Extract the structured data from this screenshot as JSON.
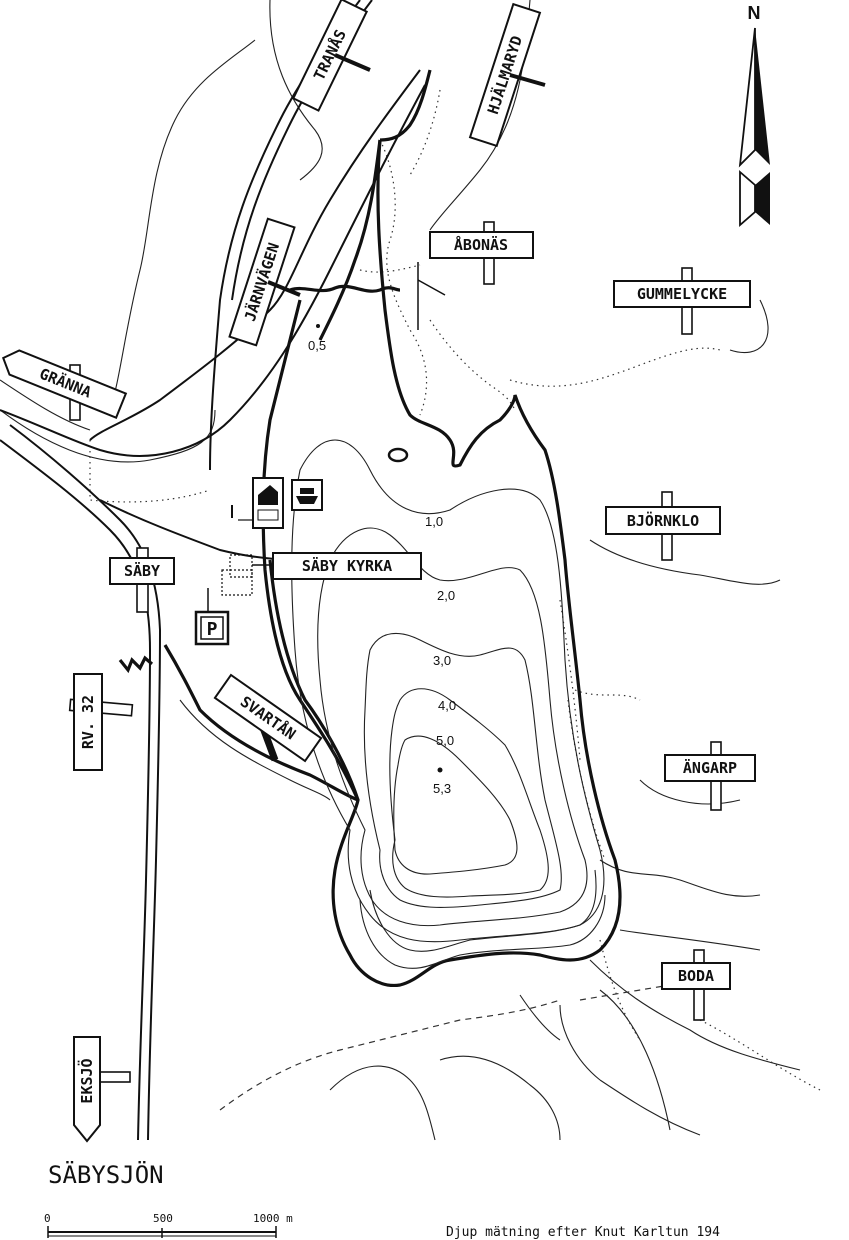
{
  "map": {
    "title": "SÄBYSJÖN",
    "north_label": "N",
    "credit": "Djup mätning efter Knut Karltun 194",
    "scale": {
      "ticks": [
        "0",
        "500",
        "1000 m"
      ]
    },
    "signs": {
      "tranas": "TRANÅS",
      "hjalmaryd": "HJÄLMARYD",
      "abonas": "ÅBONÄS",
      "gummelycke": "GUMMELYCKE",
      "jarnvagen": "JÄRNVÄGEN",
      "granna": "GRÄNNA",
      "bjornklo": "BJÖRNKLO",
      "saby": "SÄBY",
      "saby_kyrka": "SÄBY KYRKA",
      "rv32": "RV. 32",
      "svartan": "SVARTÅN",
      "angarp": "ÄNGARP",
      "boda": "BODA",
      "eksjo": "EKSJÖ",
      "parking": "P"
    },
    "depths": [
      {
        "id": "d05",
        "label": "0,5"
      },
      {
        "id": "d10",
        "label": "1,0"
      },
      {
        "id": "d20",
        "label": "2,0"
      },
      {
        "id": "d30",
        "label": "3,0"
      },
      {
        "id": "d40",
        "label": "4,0"
      },
      {
        "id": "d50",
        "label": "5,0"
      },
      {
        "id": "d53",
        "label": "5,3"
      }
    ]
  }
}
